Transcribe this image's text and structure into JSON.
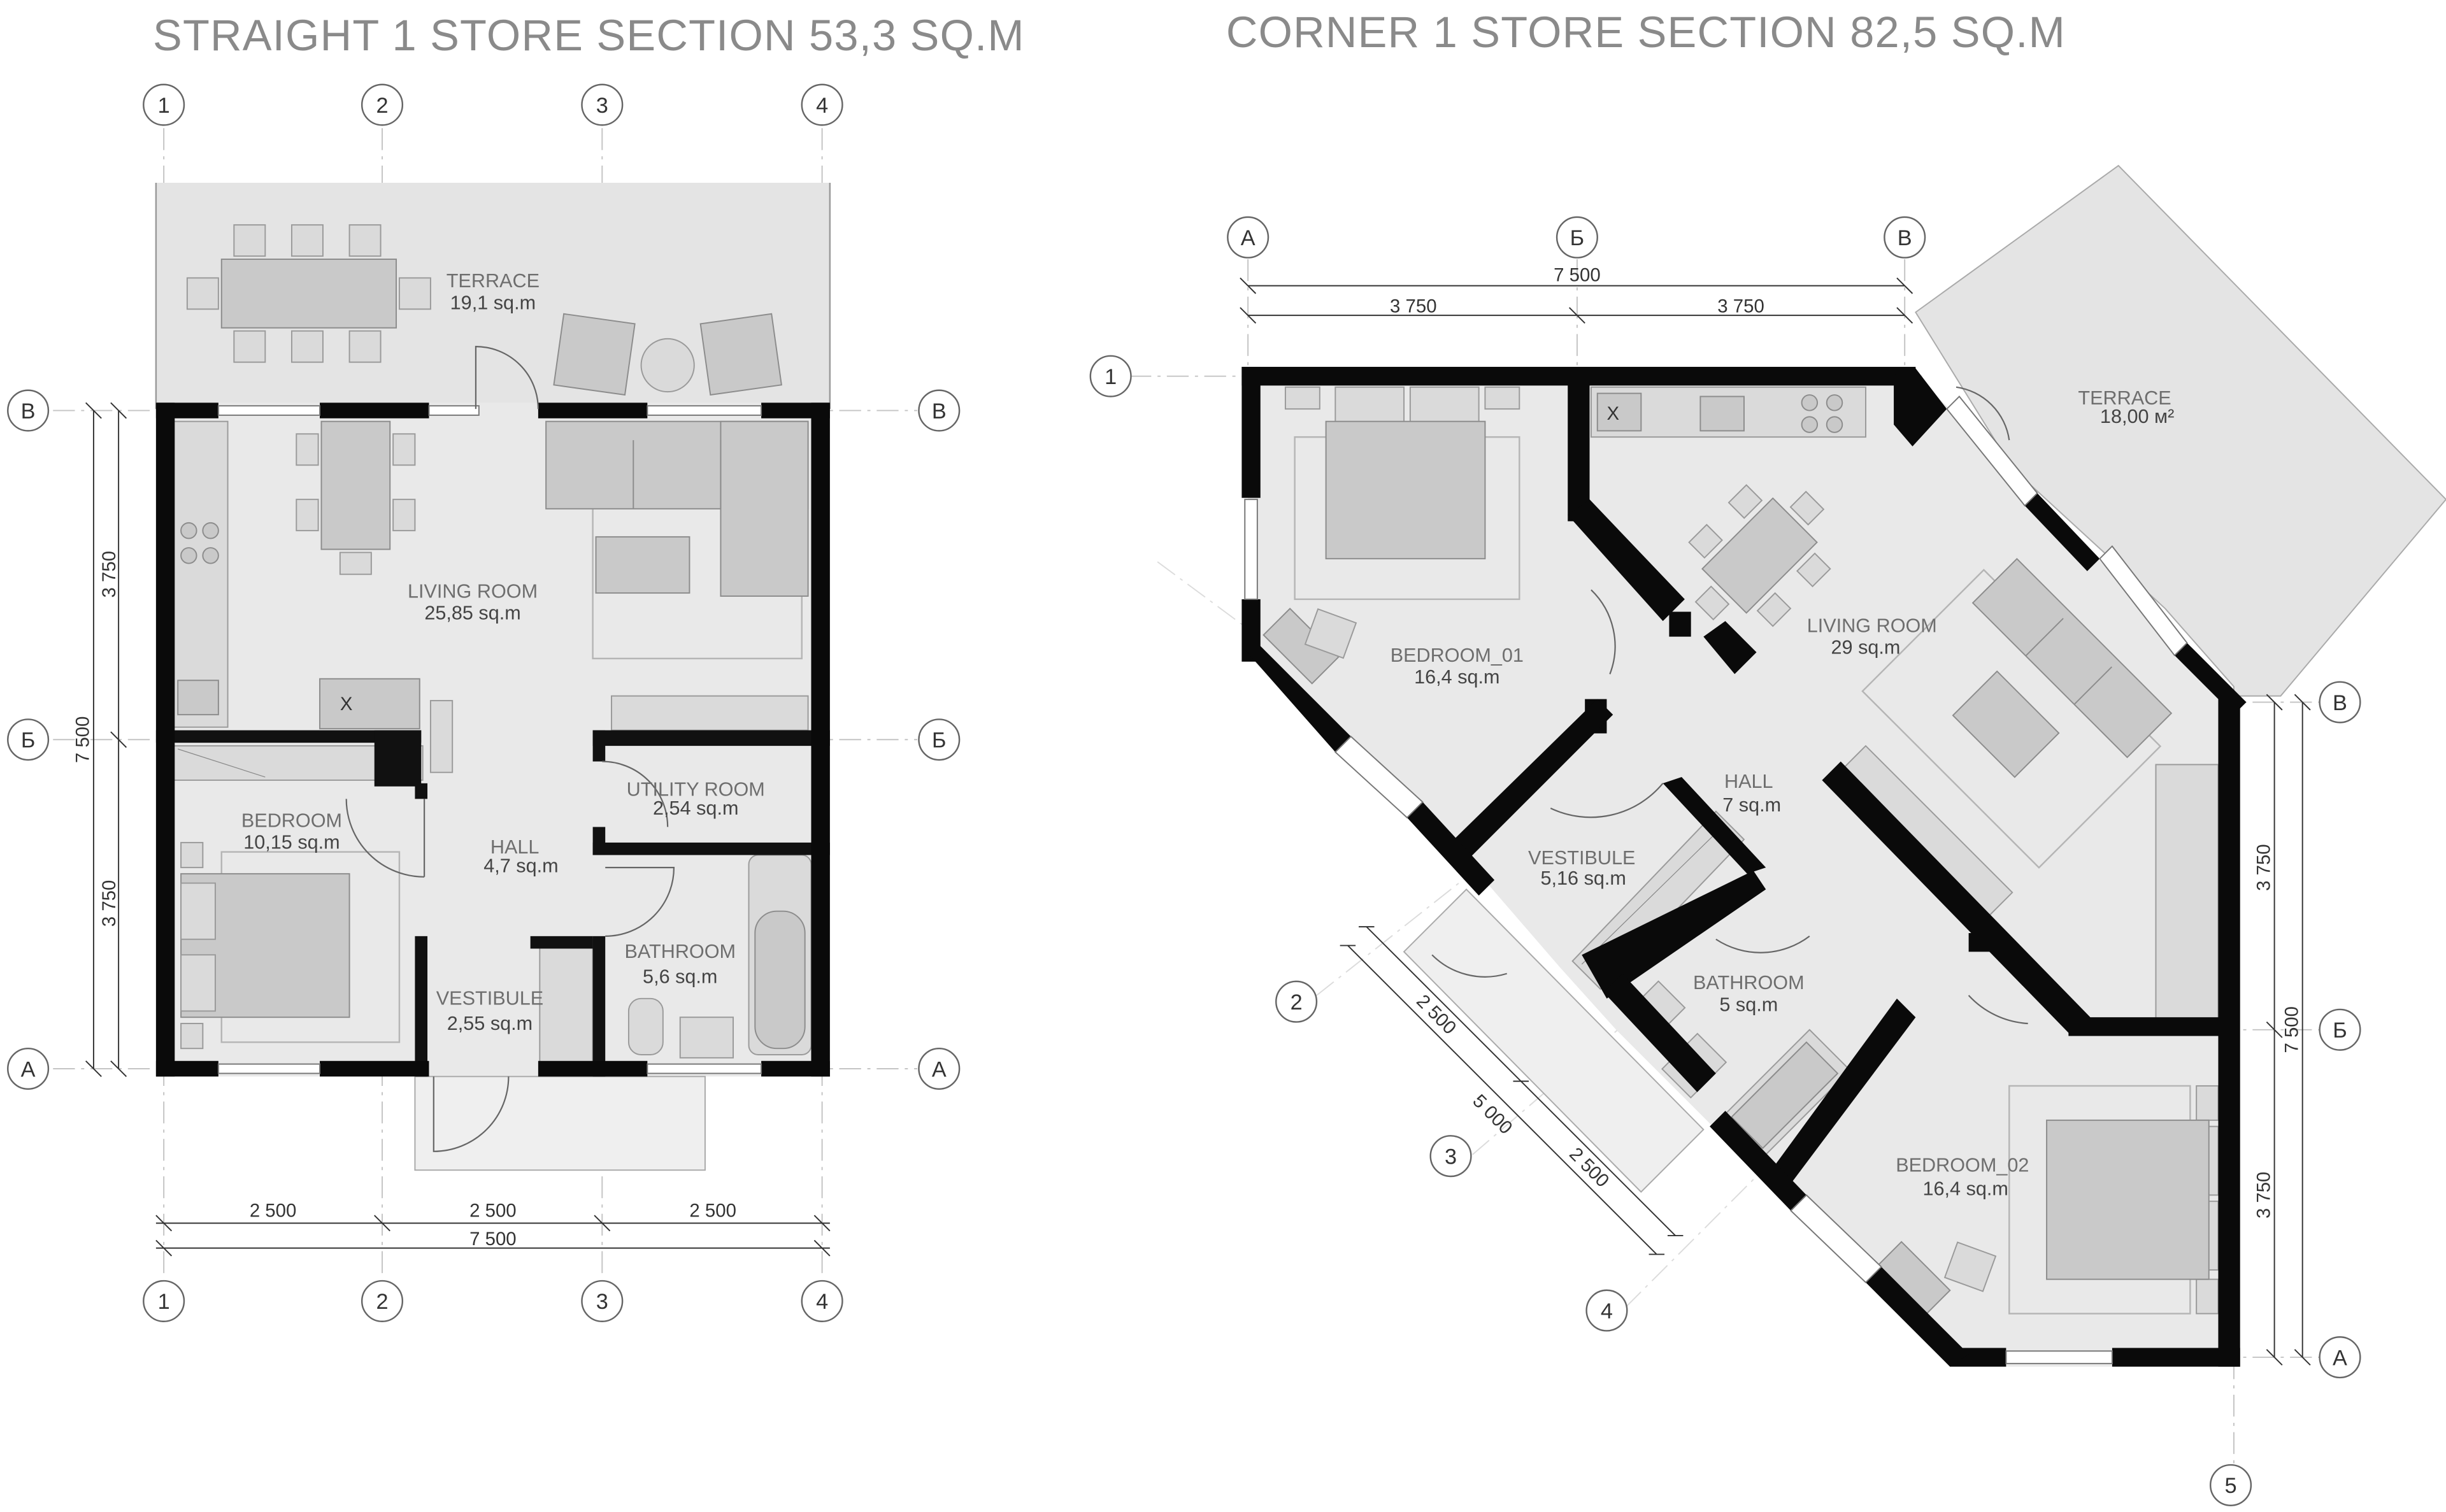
{
  "titles": {
    "straight": "STRAIGHT 1 STORE SECTION 53,3 SQ.M",
    "corner": "CORNER 1 STORE SECTION 82,5 SQ.M"
  },
  "straight": {
    "rooms": [
      {
        "name": "TERRACE",
        "area": "19,1 sq.m"
      },
      {
        "name": "LIVING ROOM",
        "area": "25,85 sq.m"
      },
      {
        "name": "BEDROOM",
        "area": "10,15 sq.m"
      },
      {
        "name": "HALL",
        "area": "4,7 sq.m"
      },
      {
        "name": "UTILITY ROOM",
        "area": "2,54 sq.m"
      },
      {
        "name": "BATHROOM",
        "area": "5,6 sq.m"
      },
      {
        "name": "VESTIBULE",
        "area": "2,55 sq.m"
      }
    ],
    "axes_top": [
      "1",
      "2",
      "3",
      "4"
    ],
    "axes_side": [
      "В",
      "Б",
      "А"
    ],
    "dims_bottom": [
      "2 500",
      "2 500",
      "2 500"
    ],
    "dim_total": "7 500",
    "dims_side": [
      "3 750",
      "3 750"
    ],
    "dim_side_total": "7 500",
    "stove_mark": "X"
  },
  "corner": {
    "rooms": [
      {
        "name": "TERRACE",
        "area": "18,00 м²"
      },
      {
        "name": "LIVING ROOM",
        "area": "29 sq.m"
      },
      {
        "name": "BEDROOM_01",
        "area": "16,4 sq.m"
      },
      {
        "name": "HALL",
        "area": "7 sq.m"
      },
      {
        "name": "VESTIBULE",
        "area": "5,16 sq.m"
      },
      {
        "name": "BATHROOM",
        "area": "5 sq.m"
      },
      {
        "name": "BEDROOM_02",
        "area": "16,4 sq.m"
      }
    ],
    "axes_top": [
      "А",
      "Б",
      "В"
    ],
    "axis_one": "1",
    "axes_right": [
      "В",
      "Б",
      "А"
    ],
    "axes_diag": [
      "2",
      "3",
      "4"
    ],
    "axis_five": "5",
    "dim_top_total": "7 500",
    "dims_top": [
      "3 750",
      "3 750"
    ],
    "dims_right": [
      "3 750",
      "3 750"
    ],
    "dim_right_total": "7 500",
    "dims_diag": [
      "2 500",
      "2 500"
    ],
    "dim_diag_total": "5 000",
    "stove_mark": "X"
  }
}
